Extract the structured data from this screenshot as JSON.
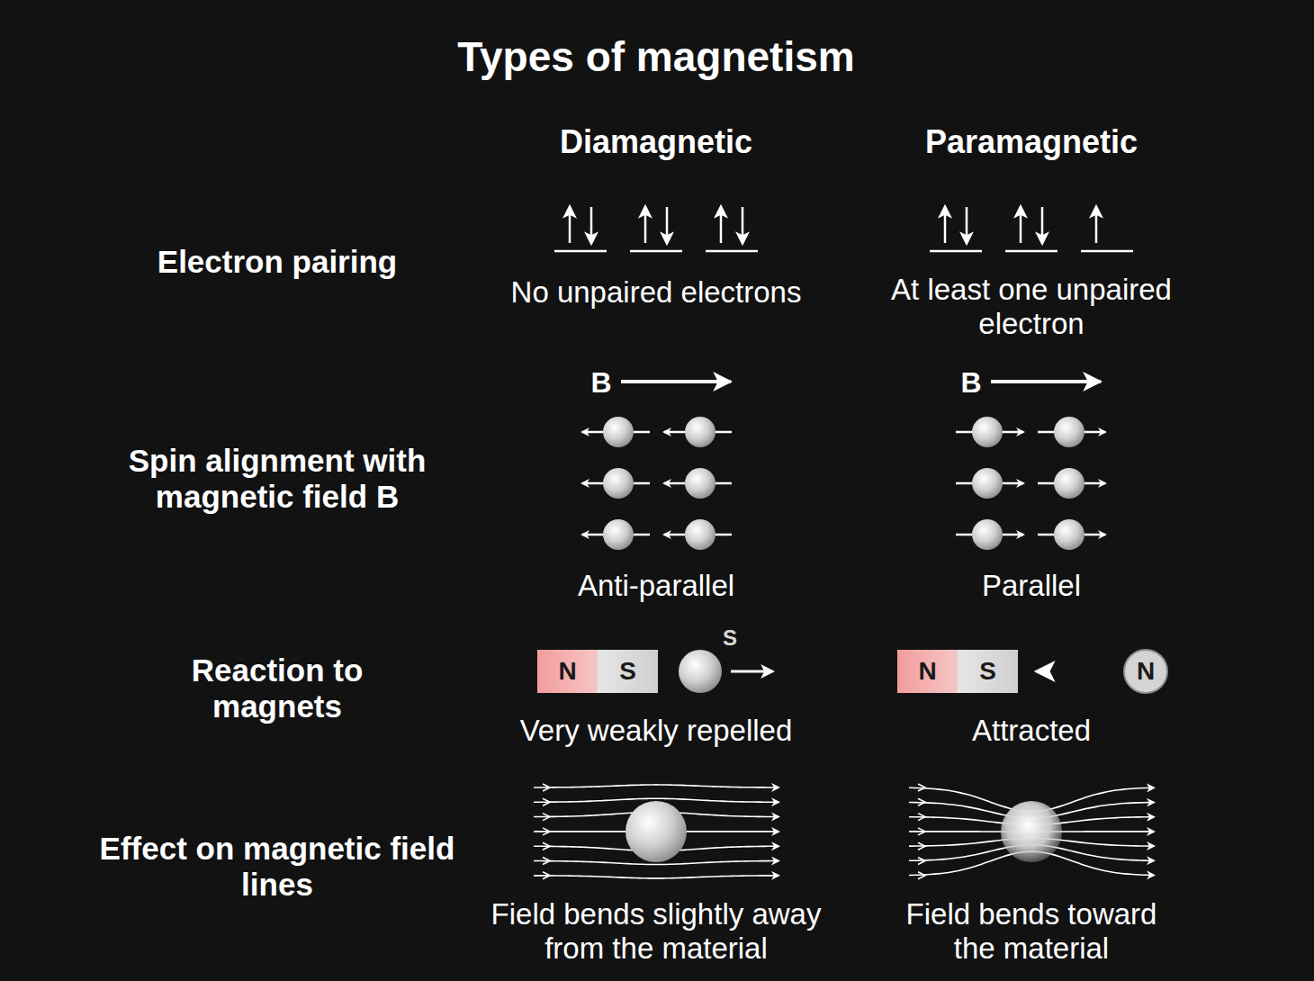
{
  "diagram": {
    "title": "Types of magnetism",
    "nodes": [
      {
        "text": [
          "N",
          "S"
        ]
      },
      {
        "text": [
          "S"
        ]
      },
      {
        "text": [
          "N",
          "S"
        ]
      },
      {
        "text": [
          "N"
        ]
      }
    ],
    "edges": [
      {
        "from": 3,
        "to": 2,
        "arrow": "to"
      }
    ],
    "labels": [
      "Diamagnetic",
      "Paramagnetic",
      "Electron pairing",
      "No unpaired electrons",
      "At least one unpaired electron",
      "Spin alignment with magnetic field B",
      "B",
      "Anti-parallel",
      "B",
      "Parallel",
      "Reaction to magnets",
      "Very weakly repelled",
      "Attracted",
      "Effect on magnetic field lines",
      "Field bends slightly away from the material",
      "Field bends toward the material"
    ]
  }
}
